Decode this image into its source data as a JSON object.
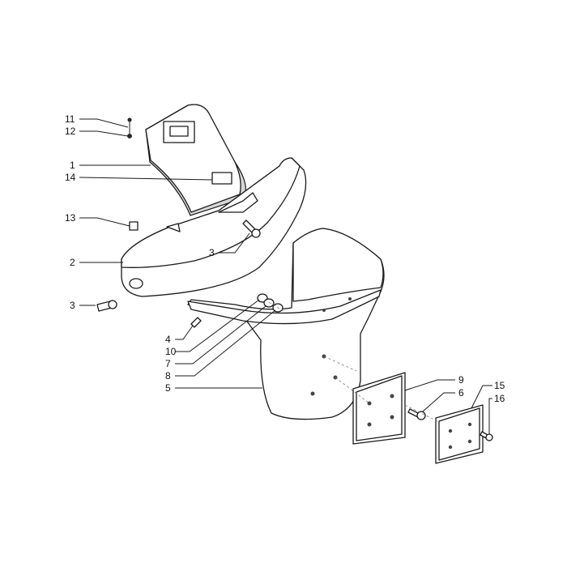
{
  "callouts": [
    "11",
    "12",
    "1",
    "14",
    "13",
    "2",
    "3",
    "3",
    "4",
    "10",
    "7",
    "8",
    "5",
    "9",
    "6",
    "15",
    "16"
  ]
}
